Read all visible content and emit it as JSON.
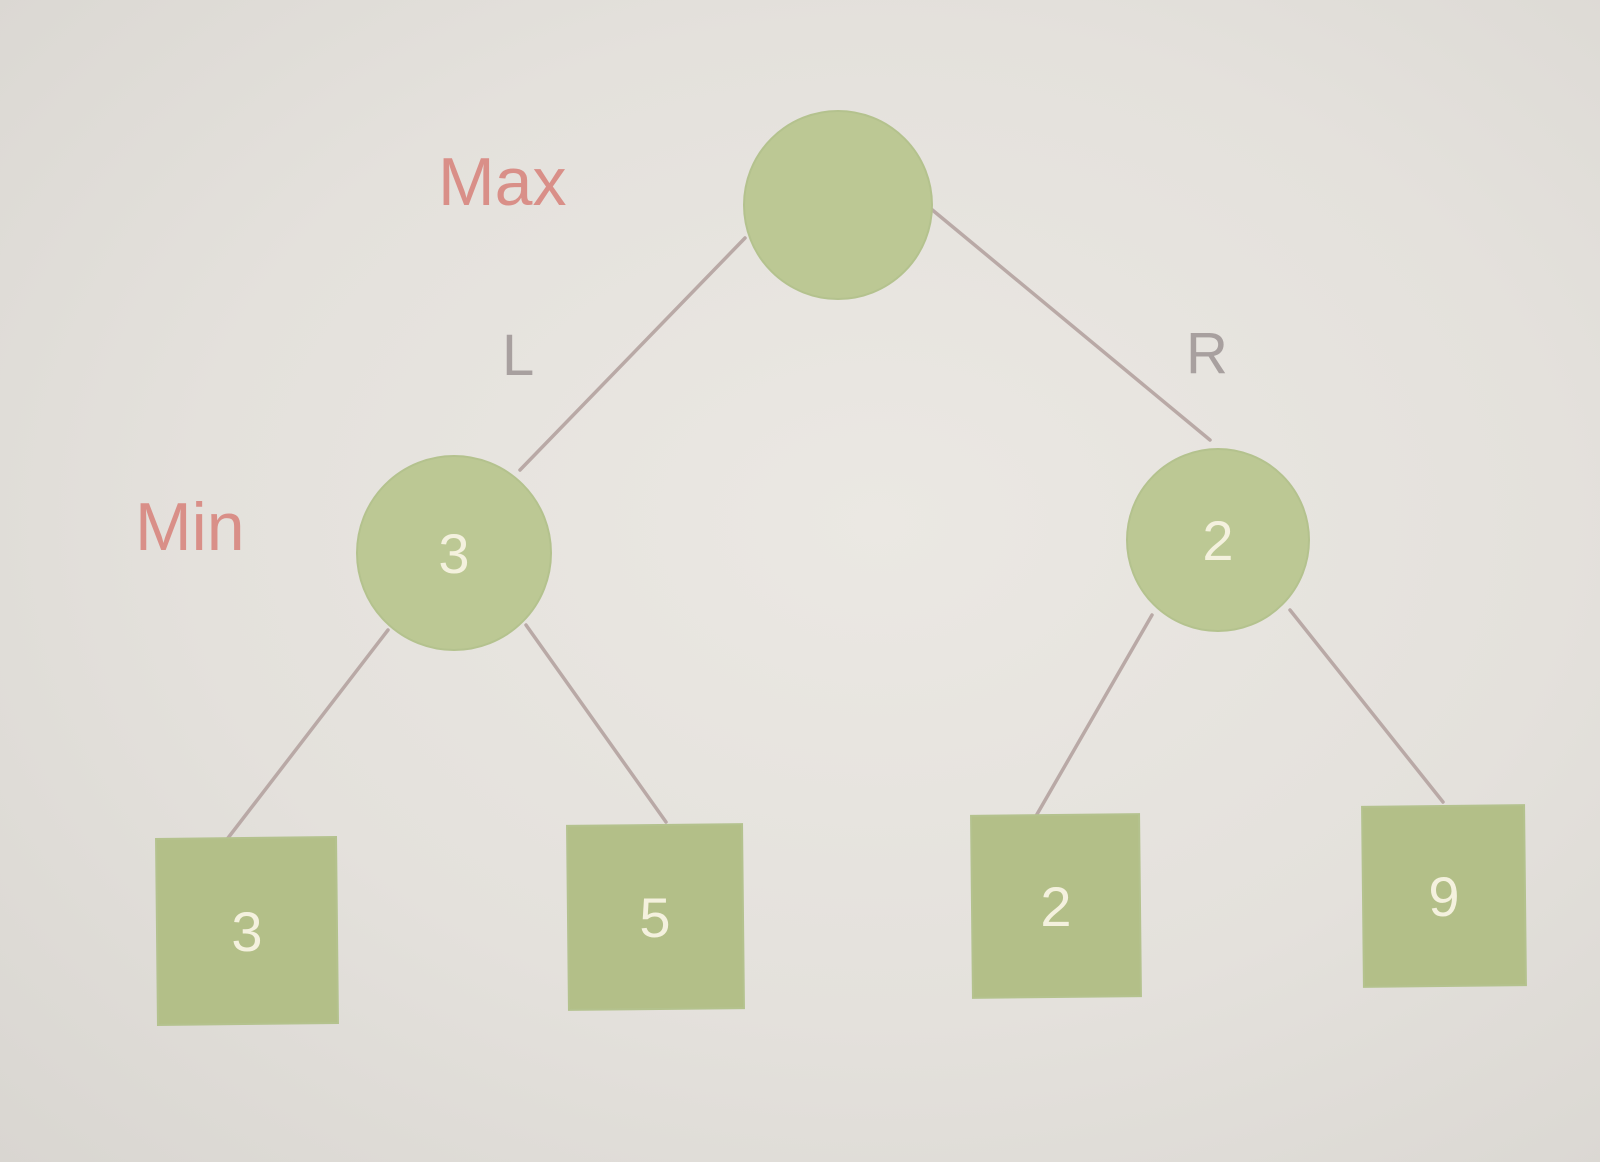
{
  "levels": {
    "max": "Max",
    "min": "Min"
  },
  "branches": {
    "left": "L",
    "right": "R"
  },
  "nodes": {
    "root": {
      "value": ""
    },
    "min_left": {
      "value": "3"
    },
    "min_right": {
      "value": "2"
    },
    "leaves": [
      {
        "value": "3"
      },
      {
        "value": "5"
      },
      {
        "value": "2"
      },
      {
        "value": "9"
      }
    ]
  },
  "colors": {
    "node_fill": "#bcc894",
    "leaf_fill": "#b3bf88",
    "node_text": "#f4f1de",
    "level_label": "#d98f88",
    "branch_label": "#a8a09f",
    "edge": "#b9a9a6"
  }
}
